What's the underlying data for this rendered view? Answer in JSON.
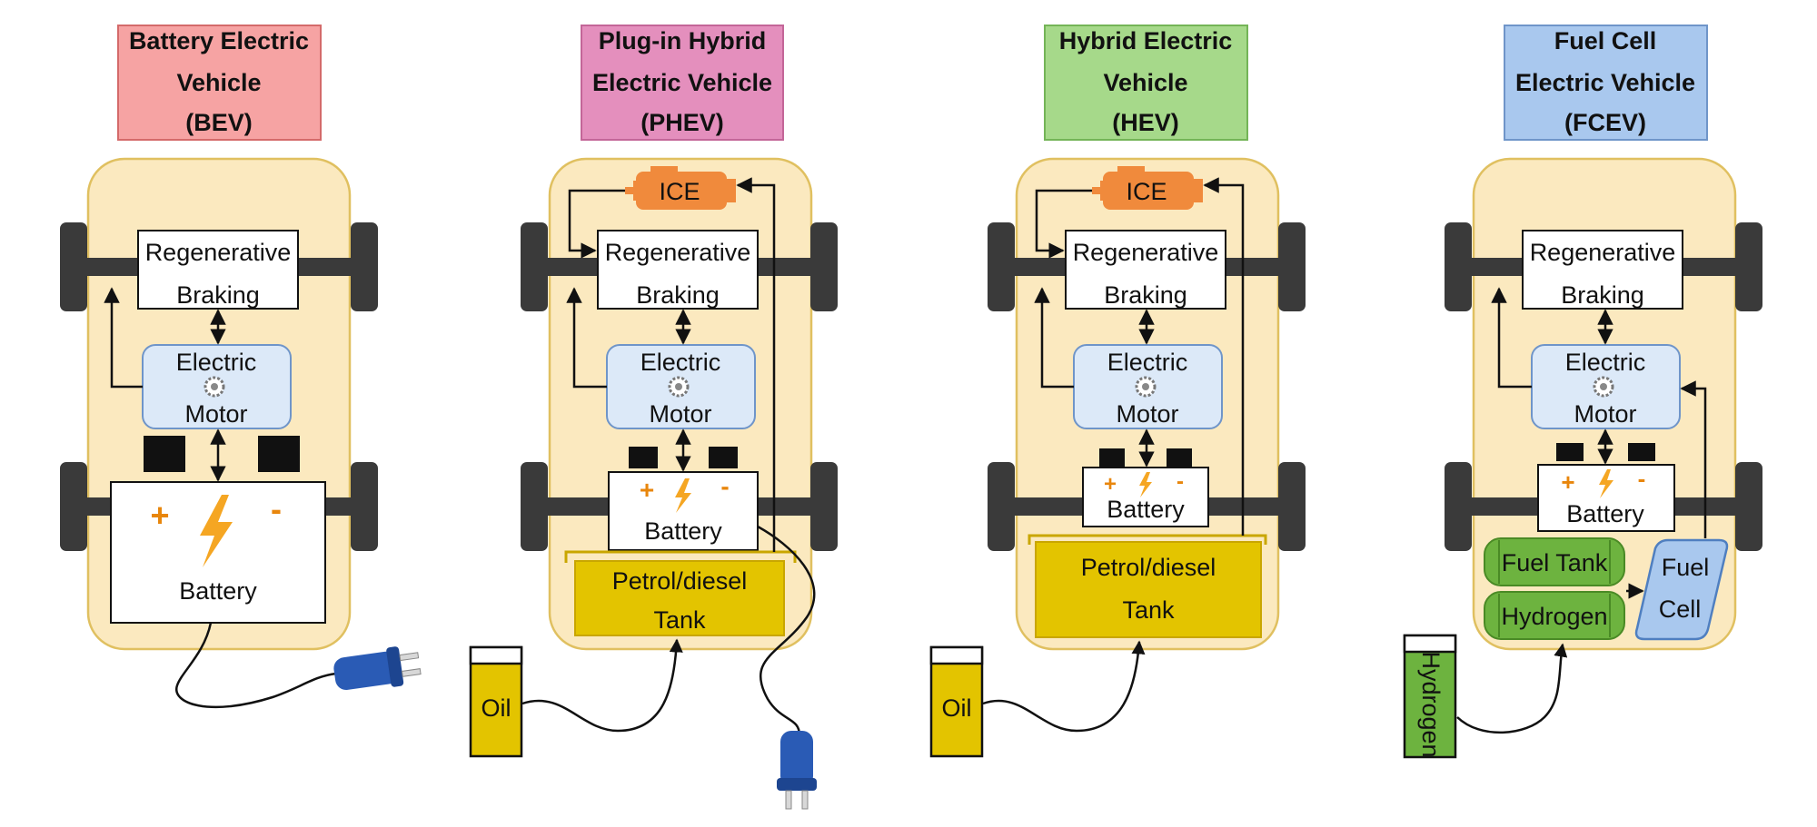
{
  "vehicles": [
    {
      "title_lines": [
        "Battery Electric",
        "Vehicle",
        "(BEV)"
      ],
      "title_color": "#f6a3a3",
      "braking": [
        "Regenerative",
        "Braking"
      ],
      "motor": [
        "Electric",
        "Motor"
      ],
      "battery": {
        "plus": "+",
        "minus": "-",
        "label": "Battery"
      }
    },
    {
      "title_lines": [
        "Plug-in Hybrid",
        "Electric Vehicle",
        "(PHEV)"
      ],
      "title_color": "#e48fbd",
      "engine": "ICE",
      "braking": [
        "Regenerative",
        "Braking"
      ],
      "motor": [
        "Electric",
        "Motor"
      ],
      "battery": {
        "plus": "+",
        "minus": "-",
        "label": "Battery"
      },
      "tank": [
        "Petrol/diesel",
        "Tank"
      ],
      "fuel_can": "Oil"
    },
    {
      "title_lines": [
        "Hybrid Electric",
        "Vehicle",
        "(HEV)"
      ],
      "title_color": "#a6d98a",
      "engine": "ICE",
      "braking": [
        "Regenerative",
        "Braking"
      ],
      "motor": [
        "Electric",
        "Motor"
      ],
      "battery": {
        "plus": "+",
        "minus": "-",
        "label": "Battery"
      },
      "tank": [
        "Petrol/diesel",
        "Tank"
      ],
      "fuel_can": "Oil"
    },
    {
      "title_lines": [
        "Fuel Cell",
        "Electric Vehicle",
        "(FCEV)"
      ],
      "title_color": "#a9c8ee",
      "braking": [
        "Regenerative",
        "Braking"
      ],
      "motor": [
        "Electric",
        "Motor"
      ],
      "battery": {
        "plus": "+",
        "minus": "-",
        "label": "Battery"
      },
      "fuel_tank": "Fuel Tank",
      "hydrogen": "Hydrogen",
      "fuel_cell": [
        "Fuel",
        "Cell"
      ],
      "fuel_can": "Hydrogen"
    }
  ],
  "colors": {
    "car_body": "#fbe9bf",
    "car_border": "#e0c060",
    "wheel": "#3a3a3a",
    "motor_fill": "#dce9f8",
    "motor_border": "#6f95c9",
    "engine": "#f08a3c",
    "tank_yellow": "#e3c400",
    "hydrogen_green": "#6db33f",
    "bolt": "#f5a623",
    "plug_blue": "#2a5bb5"
  }
}
